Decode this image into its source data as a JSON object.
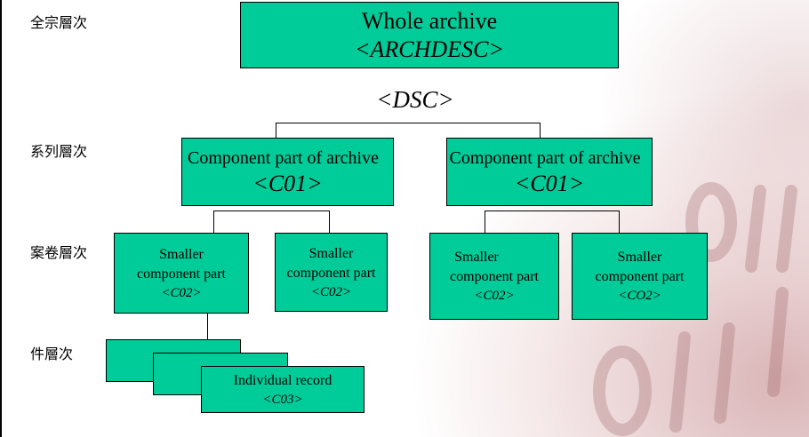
{
  "levels": {
    "fonds": "全宗層次",
    "series": "系列層次",
    "file": "案卷層次",
    "item": "件層次"
  },
  "root": {
    "title": "Whole archive",
    "tag": "<ARCHDESC>"
  },
  "dsc": "<DSC>",
  "series_left": {
    "title": "Component part of archive",
    "tag": "<C01>"
  },
  "series_right": {
    "title": "Component part of archive",
    "tag": "<C01>"
  },
  "files": [
    {
      "line1": "Smaller",
      "line2": "component part",
      "tag": "<C02>"
    },
    {
      "line1": "Smaller",
      "line2": "component part",
      "tag": "<C02>"
    },
    {
      "line1": "Smaller",
      "line2": "component part",
      "tag": "<C02>"
    },
    {
      "line1": "Smaller",
      "line2": "component part",
      "tag": "<CO2>"
    }
  ],
  "item": {
    "title": "Individual record",
    "tag": "<C03>"
  },
  "colors": {
    "box_fill": "#00cc99",
    "line": "#000000",
    "background_accent": "#bc787c"
  }
}
